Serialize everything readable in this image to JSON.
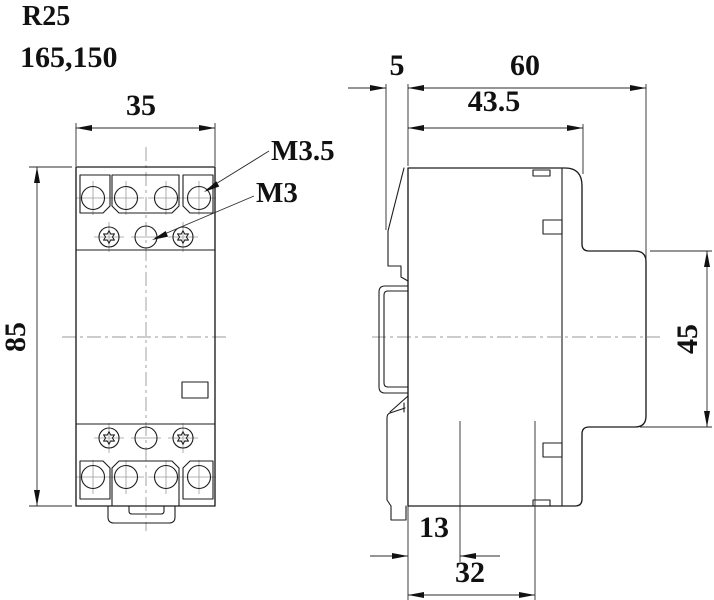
{
  "drawing": {
    "title": "R25",
    "subtitle": "165,150"
  },
  "front_view": {
    "dim_width": "35",
    "dim_height": "85",
    "screw_label_main": "M3.5",
    "screw_label_aux": "M3"
  },
  "side_view": {
    "dim_front_protrusion": "5",
    "dim_total_depth": "60",
    "dim_upper_depth": "43.5",
    "dim_din_recess_height": "45",
    "dim_bottom_offset": "13",
    "dim_bottom_depth": "32"
  },
  "colors": {
    "line": "#1c1c1c",
    "dim_line": "#2b2b2b",
    "centerline": "#989898",
    "background": "#ffffff"
  }
}
